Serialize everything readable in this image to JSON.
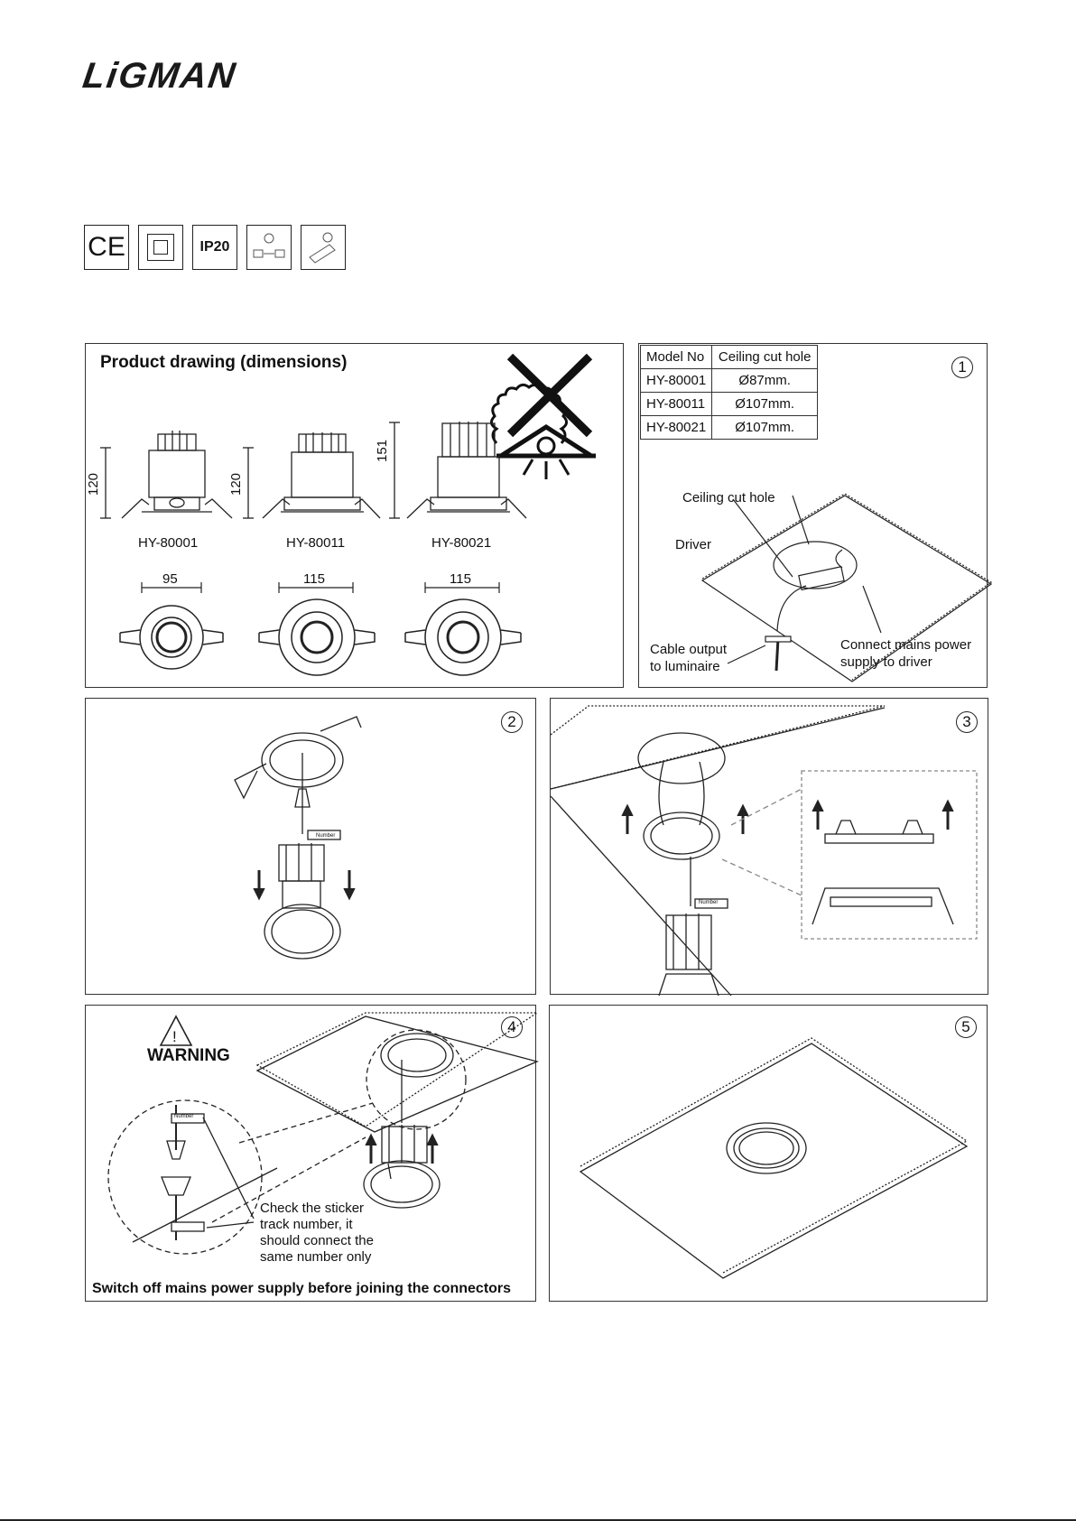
{
  "brand": {
    "logo_text": "LiGMAN"
  },
  "certifications": [
    {
      "label": "CE"
    },
    {
      "label": ""
    },
    {
      "label": "IP20"
    },
    {
      "label": ""
    },
    {
      "label": ""
    }
  ],
  "panel1": {
    "title": "Product drawing (dimensions)",
    "models": [
      {
        "name": "HY-80001",
        "height": "120",
        "width": "95"
      },
      {
        "name": "HY-80011",
        "height": "120",
        "width": "115"
      },
      {
        "name": "HY-80021",
        "height": "151",
        "width": "115"
      }
    ]
  },
  "panel_step1": {
    "step": "1",
    "table": {
      "headers": [
        "Model No",
        "Ceiling cut hole"
      ],
      "rows": [
        [
          "HY-80001",
          "Ø87mm."
        ],
        [
          "HY-80011",
          "Ø107mm."
        ],
        [
          "HY-80021",
          "Ø107mm."
        ]
      ]
    },
    "labels": {
      "ceiling_cut_hole": "Ceiling cut hole",
      "driver": "Driver",
      "cable_output_1": "Cable output",
      "cable_output_2": "to luminaire",
      "connect_1": "Connect mains power",
      "connect_2": "supply to driver"
    }
  },
  "panel_step2": {
    "step": "2",
    "sticker": "Number"
  },
  "panel_step3": {
    "step": "3",
    "sticker": "Number"
  },
  "panel_step4": {
    "step": "4",
    "warning": "WARNING",
    "warning_symbol": "!",
    "sticker": "Number",
    "note": [
      "Check the sticker",
      "track number, it",
      "should connect the",
      "same number only"
    ],
    "footer": "Switch off mains power supply before joining the connectors"
  },
  "panel_step5": {
    "step": "5"
  }
}
